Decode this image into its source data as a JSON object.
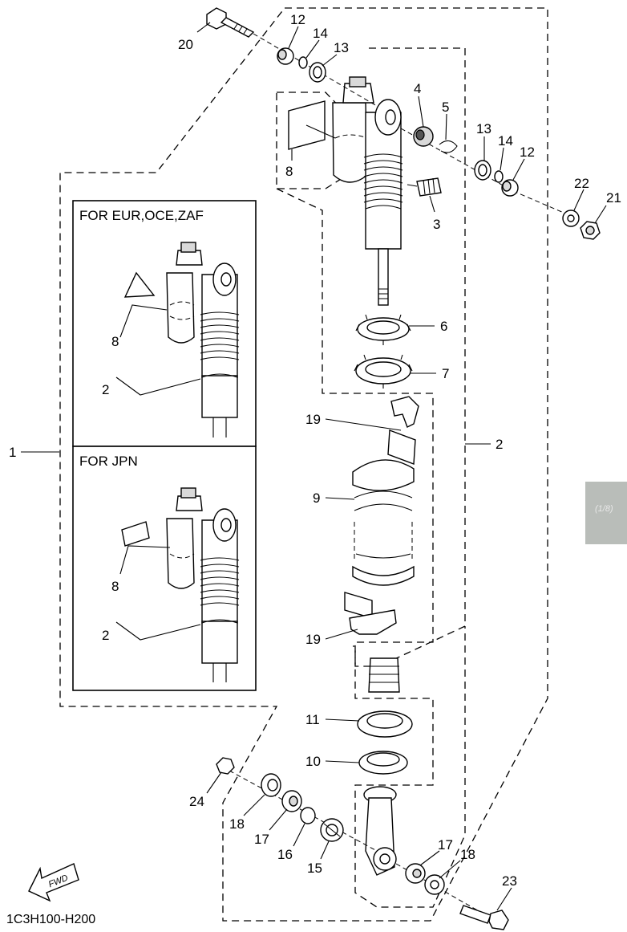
{
  "diagram": {
    "drawing_code": "1C3H100-H200",
    "fwd_label": "FWD",
    "side_tab_text": "(1/8)",
    "boxes": {
      "eur": {
        "title": "FOR EUR,OCE,ZAF"
      },
      "jpn": {
        "title": "FOR JPN"
      }
    },
    "callouts": {
      "c1": "1",
      "c2": "2",
      "c3": "3",
      "c4": "4",
      "c5": "5",
      "c6": "6",
      "c7": "7",
      "c8": "8",
      "c9": "9",
      "c10": "10",
      "c11": "11",
      "c12": "12",
      "c13": "13",
      "c14": "14",
      "c15": "15",
      "c16": "16",
      "c17": "17",
      "c18": "18",
      "c19": "19",
      "c20": "20",
      "c21": "21",
      "c22": "22",
      "c23": "23",
      "c24": "24"
    }
  }
}
